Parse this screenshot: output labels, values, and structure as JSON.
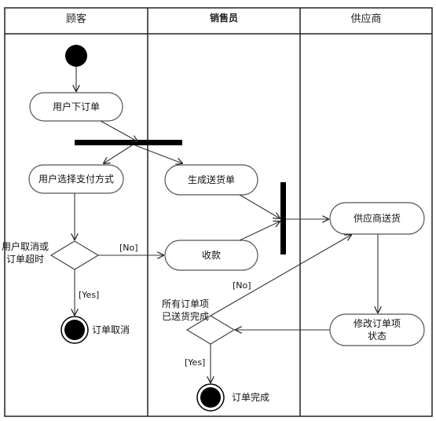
{
  "lanes": {
    "customer": "顾客",
    "salesperson": "销售员",
    "supplier": "供应商"
  },
  "nodes": {
    "place_order": "用户下订单",
    "choose_payment": "用户选择支付方式",
    "gen_delivery": "生成送货单",
    "collect_payment": "收款",
    "supplier_ship": "供应商送货",
    "update_order": [
      "修改订单项",
      "状态"
    ],
    "cancel_decision": [
      "用户取消或",
      "订单超时"
    ],
    "all_delivered_decision": [
      "所有订单项",
      "已送货完成"
    ],
    "order_cancelled": "订单取消",
    "order_completed": "订单完成"
  },
  "guards": {
    "no_1": "[No]",
    "yes_1": "[Yes]",
    "no_2": "[No]",
    "yes_2": "[Yes]"
  }
}
